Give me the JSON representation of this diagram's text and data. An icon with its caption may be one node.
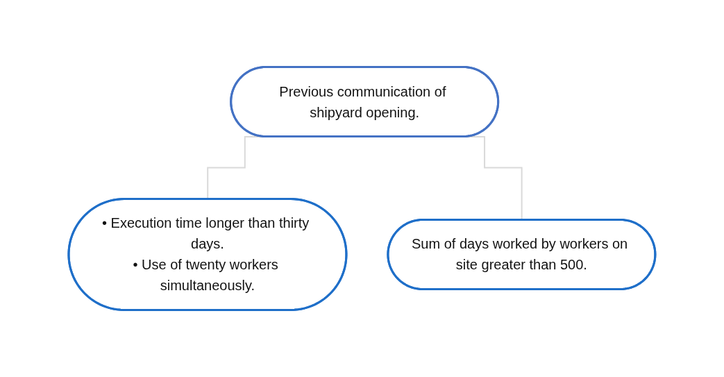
{
  "diagram": {
    "nodes": [
      {
        "text": [
          "Previous communication of shipyard opening."
        ]
      },
      {
        "text": [
          "• Execution time longer than thirty days.",
          "• Use of twenty workers simultaneously."
        ]
      },
      {
        "text": [
          "Sum of days worked by workers on site greater than 500."
        ]
      }
    ],
    "edges": [
      {
        "from": 0,
        "to": 1,
        "arrow": "none"
      },
      {
        "from": 0,
        "to": 2,
        "arrow": "none"
      }
    ]
  }
}
